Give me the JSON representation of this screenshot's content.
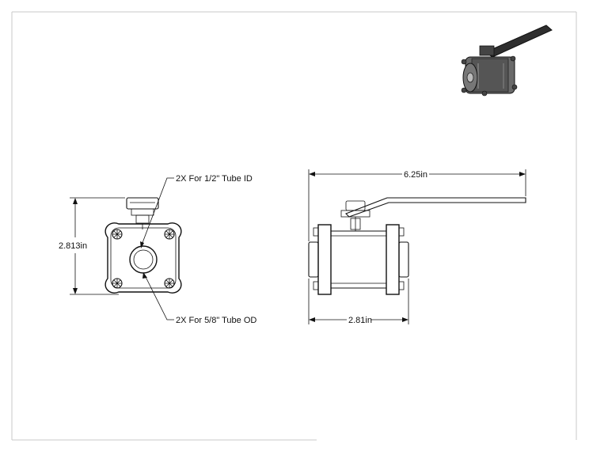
{
  "labels": {
    "tube_id_callout": "2X For 1/2\" Tube ID",
    "tube_od_callout": "2X For 5/8\" Tube OD",
    "height_dim": "2.813in",
    "overall_width_dim": "6.25in",
    "body_width_dim": "2.81in"
  },
  "colors": {
    "line": "#111111",
    "frame": "#bbbbbb",
    "iso_body": "#555555",
    "iso_handle": "#333333"
  }
}
